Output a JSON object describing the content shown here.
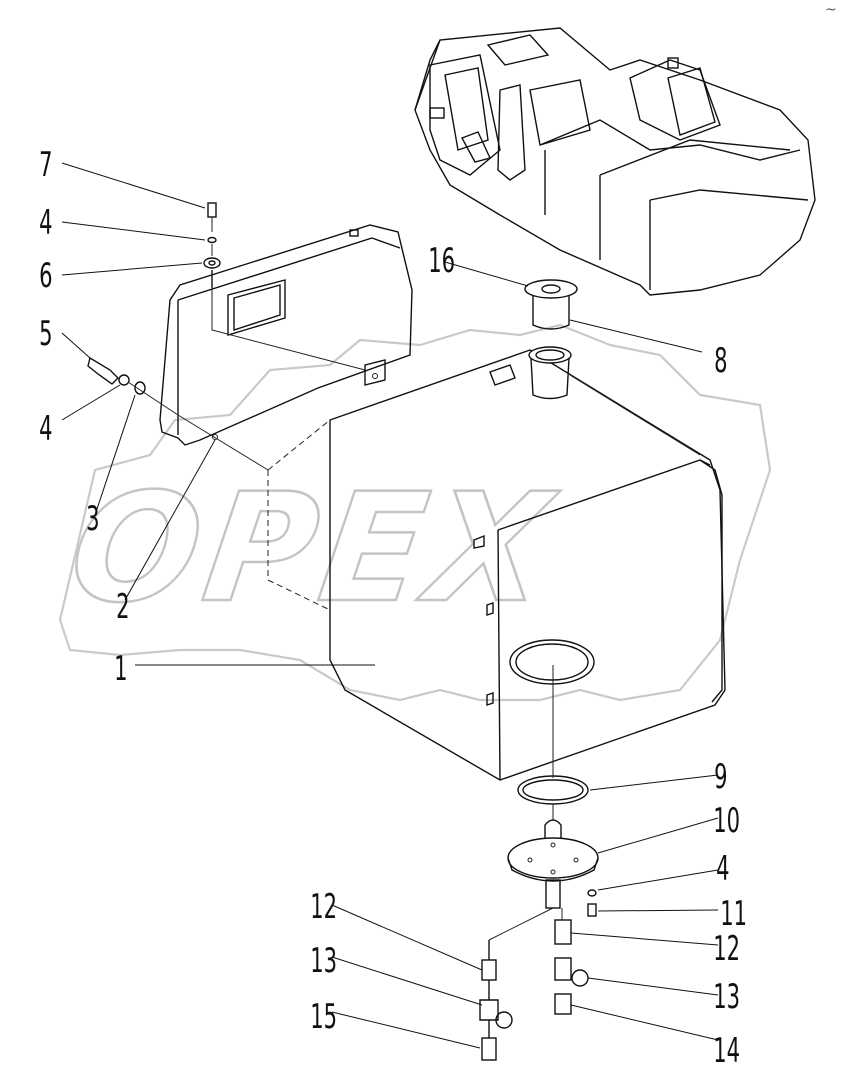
{
  "watermark": {
    "text": "OPEX"
  },
  "corner_mark": "~",
  "callouts": [
    {
      "id": "c7",
      "text": "7"
    },
    {
      "id": "c4a",
      "text": "4"
    },
    {
      "id": "c6",
      "text": "6"
    },
    {
      "id": "c5",
      "text": "5"
    },
    {
      "id": "c4b",
      "text": "4"
    },
    {
      "id": "c3",
      "text": "3"
    },
    {
      "id": "c2",
      "text": "2"
    },
    {
      "id": "c1",
      "text": "1"
    },
    {
      "id": "c16",
      "text": "16"
    },
    {
      "id": "c8",
      "text": "8"
    },
    {
      "id": "c9",
      "text": "9"
    },
    {
      "id": "c10",
      "text": "10"
    },
    {
      "id": "c4c",
      "text": "4"
    },
    {
      "id": "c11",
      "text": "11"
    },
    {
      "id": "c12a",
      "text": "12"
    },
    {
      "id": "c12b",
      "text": "12"
    },
    {
      "id": "c13a",
      "text": "13"
    },
    {
      "id": "c13b",
      "text": "13"
    },
    {
      "id": "c15",
      "text": "15"
    },
    {
      "id": "c14",
      "text": "14"
    }
  ]
}
